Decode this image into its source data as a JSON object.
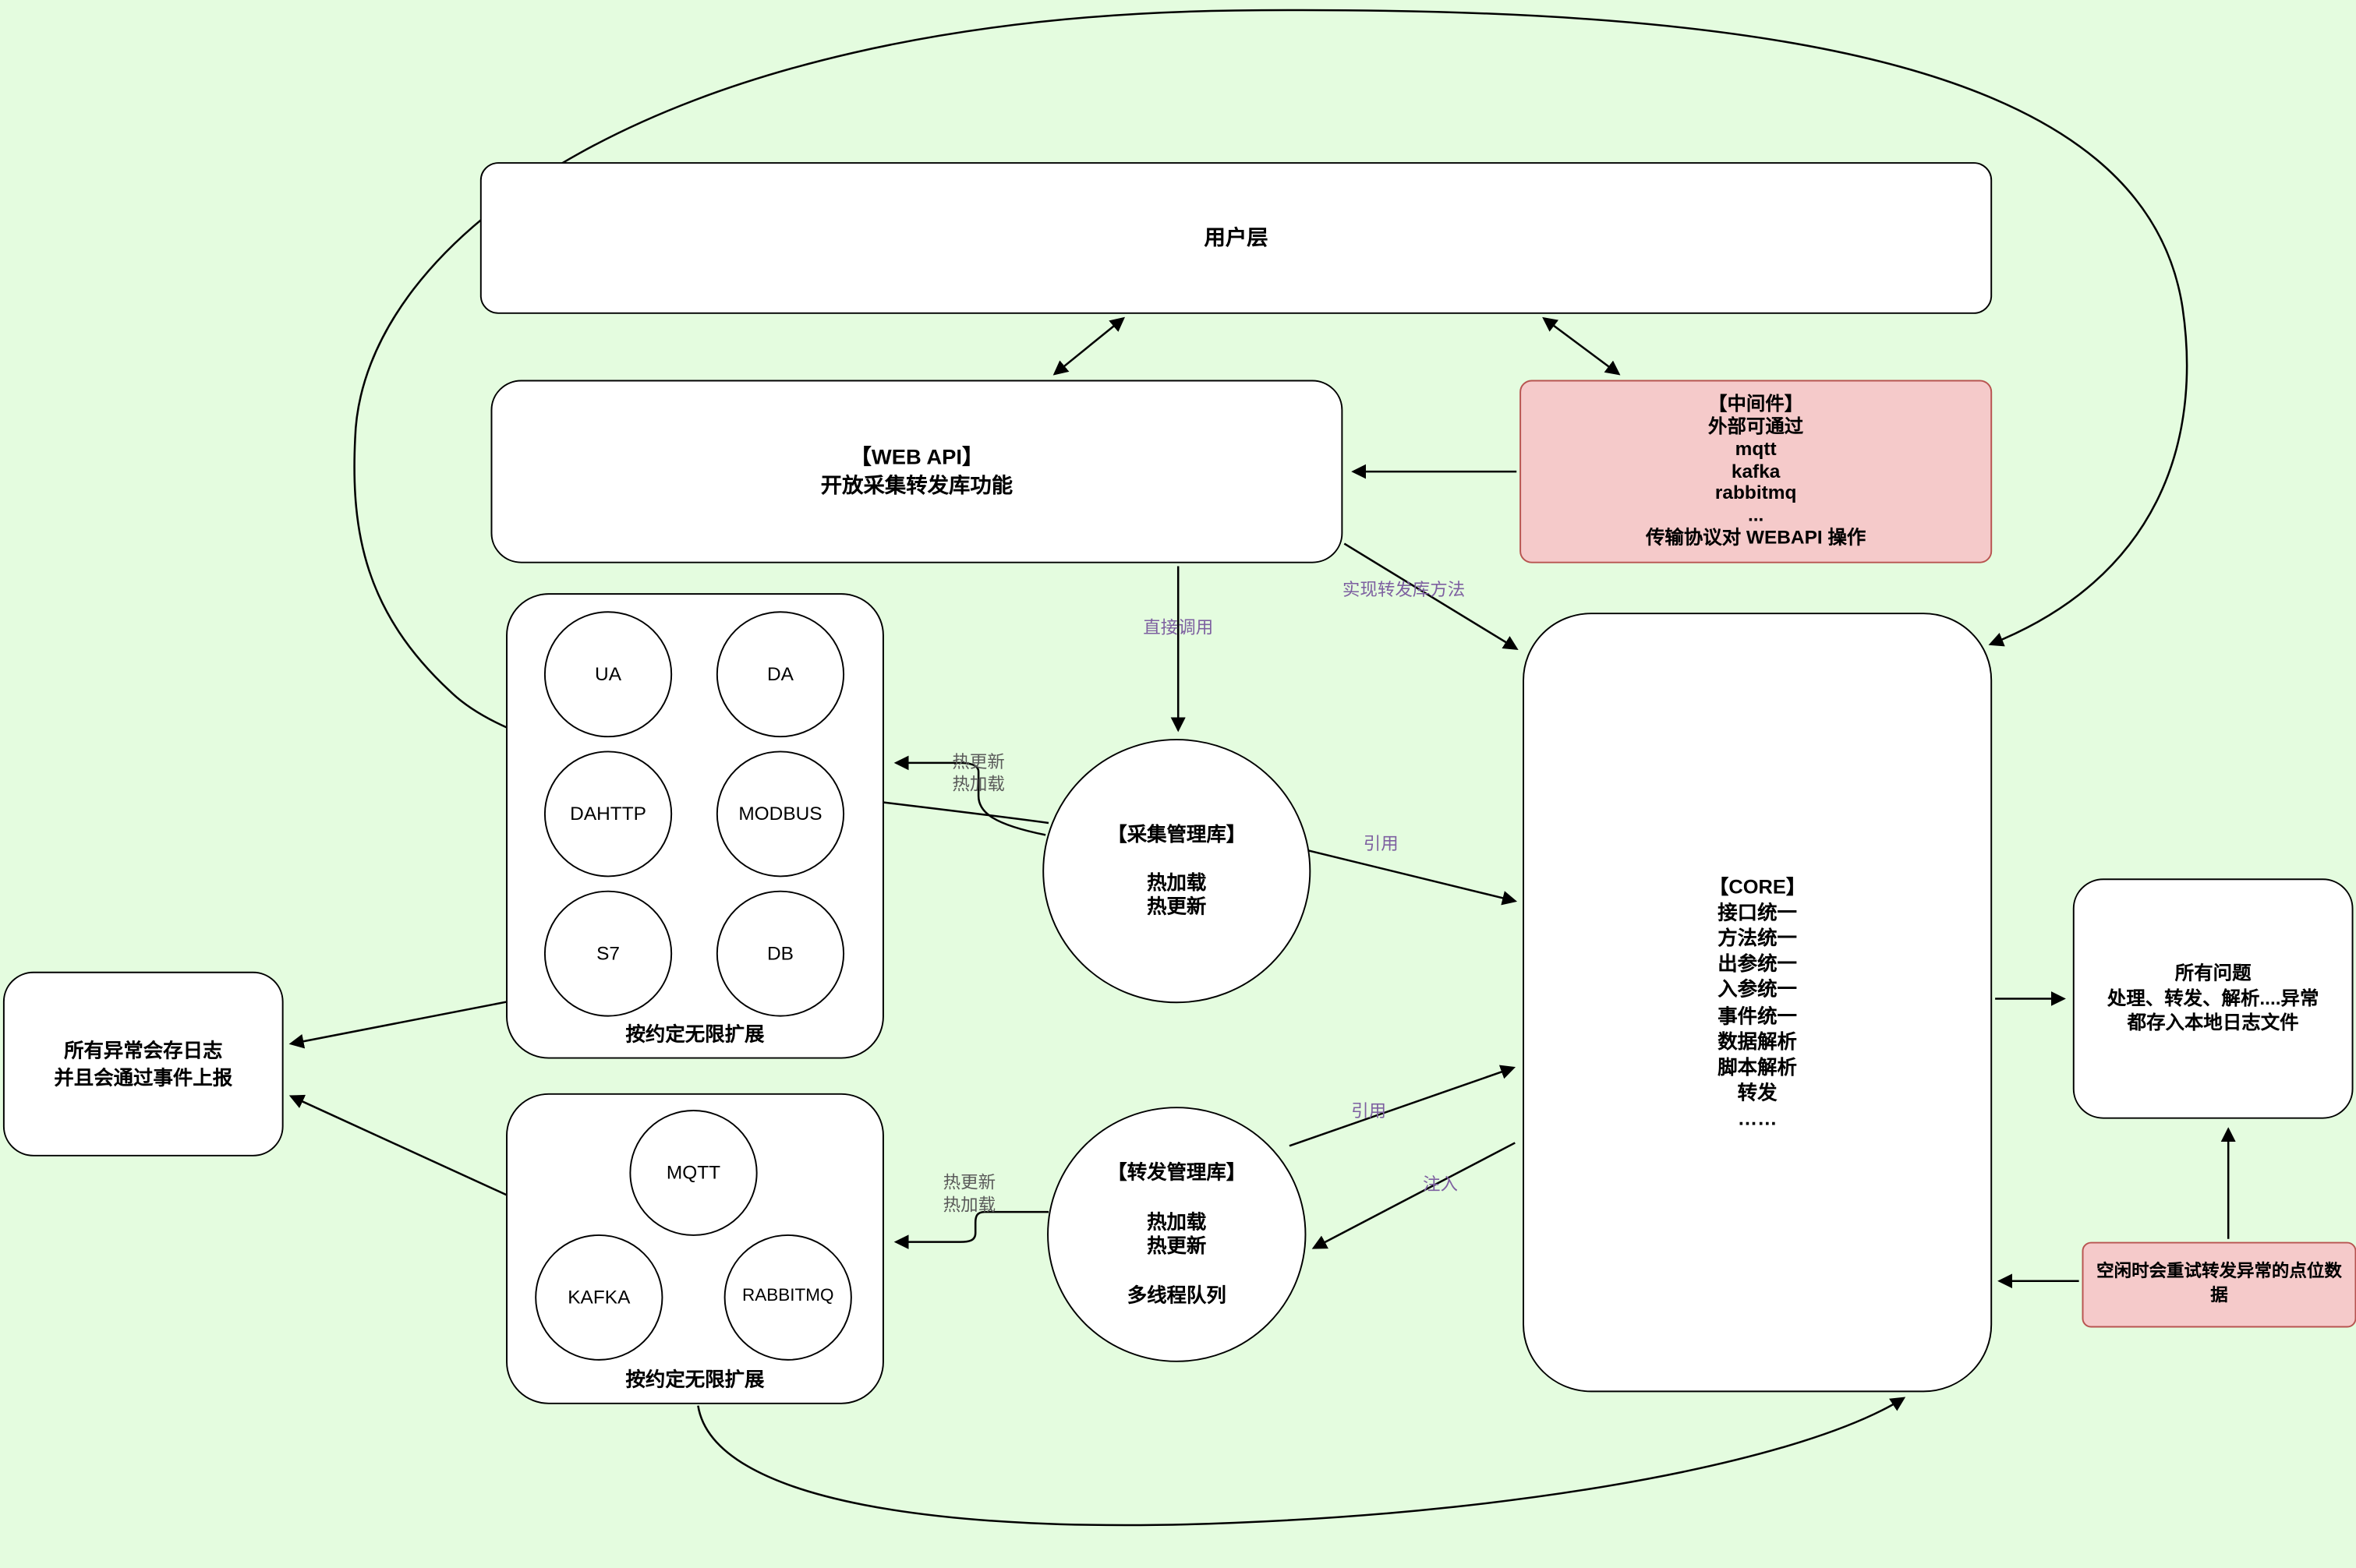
{
  "colors": {
    "background": "#e4fcdf",
    "node_fill": "#ffffff",
    "node_border": "#000000",
    "pink_fill": "#f5caca",
    "pink_border": "#b85450",
    "edge_line": "#000000",
    "edge_label_purple": "#7d5fa0",
    "edge_label_gray": "#5a5a5a"
  },
  "diagram": {
    "nodes": {
      "user_layer": {
        "label": "用户层"
      },
      "web_api": {
        "label": "【WEB API】\n开放采集转发库功能"
      },
      "middleware": {
        "label": "【中间件】\n外部可通过\nmqtt\nkafka\nrabbitmq\n...\n传输协议对 WEBAPI 操作"
      },
      "collect_protocols": {
        "circles": [
          "UA",
          "DA",
          "DAHTTP",
          "MODBUS",
          "S7",
          "DB"
        ],
        "caption": "按约定无限扩展"
      },
      "collect_manager": {
        "label": "【采集管理库】\n\n热加载\n热更新"
      },
      "core": {
        "label": "【CORE】\n接口统一\n方法统一\n出参统一\n入参统一\n事件统一\n数据解析\n脚本解析\n转发\n……"
      },
      "issues_log": {
        "label": "所有问题\n处理、转发、解析....异常\n都存入本地日志文件"
      },
      "exception_report": {
        "label": "所有异常会存日志\n并且会通过事件上报"
      },
      "forward_protocols": {
        "circles": [
          "MQTT",
          "KAFKA",
          "RABBITMQ"
        ],
        "caption": "按约定无限扩展"
      },
      "forward_manager": {
        "label": "【转发管理库】\n\n热加载\n热更新\n\n多线程队列"
      },
      "retry": {
        "label": "空闲时会重试转发异常的点位数据"
      }
    },
    "edge_labels": {
      "direct_call": "直接调用",
      "implement_forward": "实现转发库方法",
      "hot_update_collect": "热更新\n热加载",
      "hot_update_forward": "热更新\n热加载",
      "reference_collect": "引用",
      "reference_forward": "引用",
      "inject": "注入"
    }
  }
}
